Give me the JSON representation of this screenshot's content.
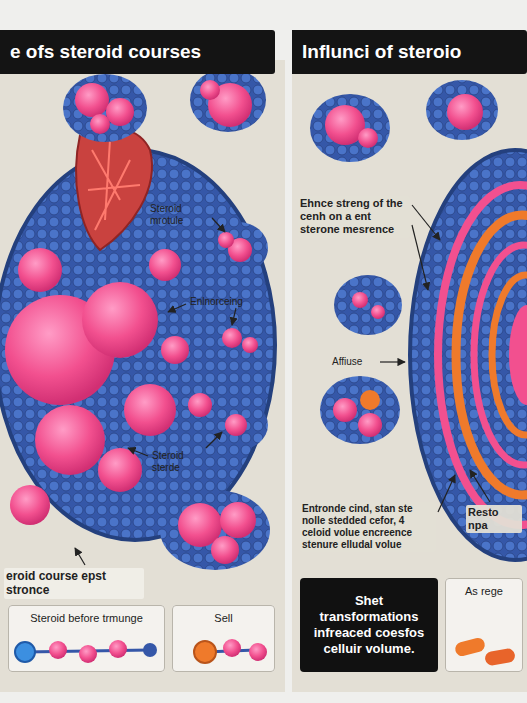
{
  "diagram": {
    "nodes": [
      {
        "text": [
          "e ofs steroid courses"
        ]
      },
      {
        "text": [
          "Steroid before trmunge"
        ],
        "in": 0
      },
      {
        "text": [
          "Sell"
        ],
        "in": 0
      },
      {
        "text": [
          "Influnci of steroio"
        ]
      },
      {
        "text": [
          "Shet transformations infreaced coesfos celluir volume."
        ],
        "in": 3
      },
      {
        "text": [
          "As rege"
        ],
        "in": 3
      }
    ],
    "labels": [
      "Steroid mrotule",
      "Enlnorceing",
      "Steroid sterde",
      "eroid course epst stronce",
      "Ehnce streng of the cenh on a ent sterone mesrence",
      "Affiuse",
      "Entronde cind, stan ste nolle stedded cefor, 4 celoid volue encreence stenure elludal volue",
      "Resto npa"
    ]
  }
}
